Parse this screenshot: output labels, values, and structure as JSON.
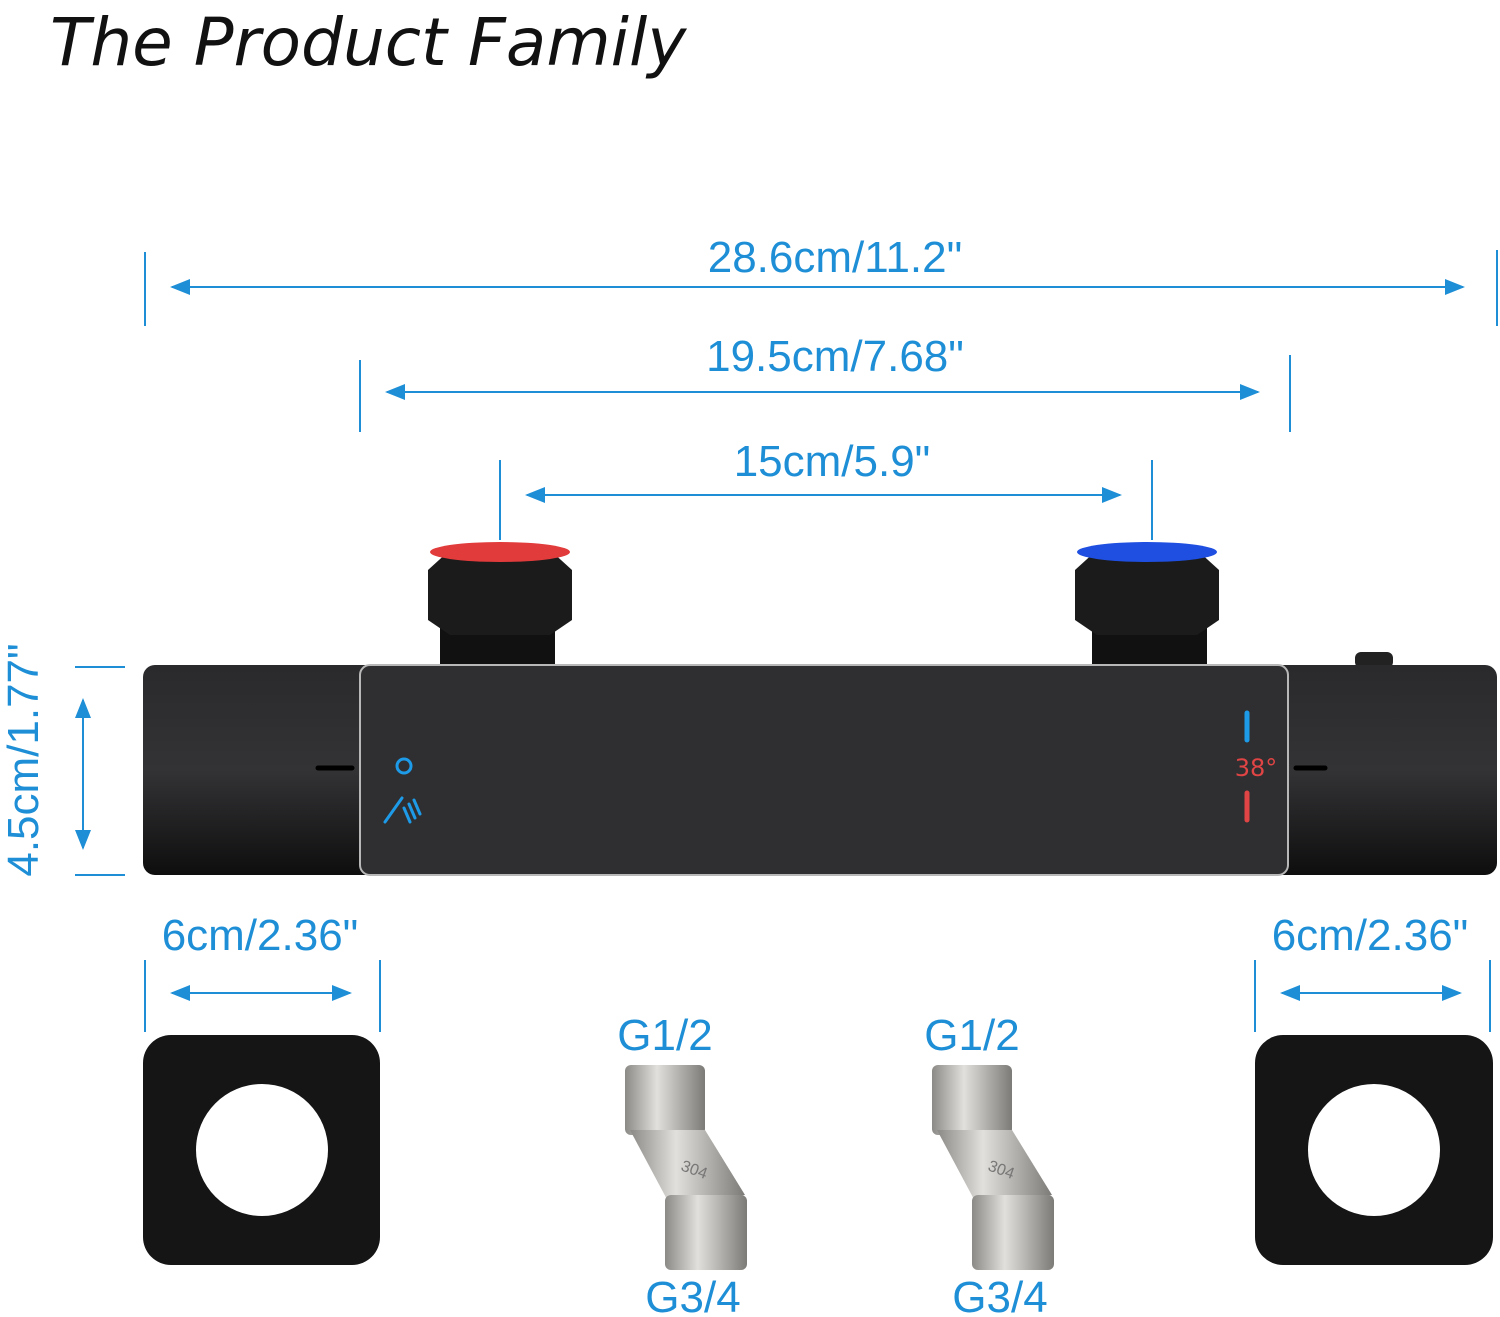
{
  "title": "The Product Family",
  "colors": {
    "dimension": "#1e8fd6",
    "hot": "#e23b3b",
    "cold": "#1f4fe0",
    "body": "#1c1c1e"
  },
  "dimensions": {
    "overall_width": "28.6cm/11.2\"",
    "panel_width": "19.5cm/7.68\"",
    "inlet_spacing": "15cm/5.9\"",
    "height": "4.5cm/1.77\"",
    "flange_left": "6cm/2.36\"",
    "flange_right": "6cm/2.36\""
  },
  "valve": {
    "temperature_label": "38°"
  },
  "fittings": [
    {
      "top": "G1/2",
      "bottom": "G3/4",
      "stamp": "304"
    },
    {
      "top": "G1/2",
      "bottom": "G3/4",
      "stamp": "304"
    }
  ]
}
